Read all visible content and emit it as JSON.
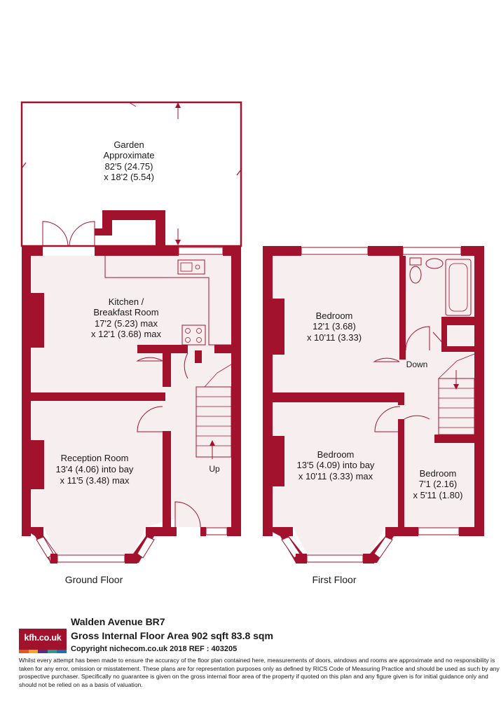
{
  "colors": {
    "wall": "#a3122c",
    "floor": "#f7eeef",
    "garden": "#ffffff",
    "line": "#a3122c"
  },
  "rooms": {
    "garden": {
      "name": "Garden",
      "line2": "Approximate",
      "dim1": "82'5 (24.75)",
      "dim2": "x 18'2 (5.54)"
    },
    "kitchen": {
      "name": "Kitchen /",
      "line2": "Breakfast Room",
      "dim1": "17'2 (5.23) max",
      "dim2": "x 12'1 (3.68) max"
    },
    "reception": {
      "name": "Reception Room",
      "dim1": "13'4 (4.06) into bay",
      "dim2": "x 11'5 (3.48) max"
    },
    "bedroom1": {
      "name": "Bedroom",
      "dim1": "12'1 (3.68)",
      "dim2": "x 10'11 (3.33)"
    },
    "bedroom2": {
      "name": "Bedroom",
      "dim1": "13'5 (4.09) into bay",
      "dim2": "x 10'11 (3.33) max"
    },
    "bedroom3": {
      "name": "Bedroom",
      "dim1": "7'1 (2.16)",
      "dim2": "x 5'11 (1.80)"
    }
  },
  "stairs": {
    "up": "Up",
    "down": "Down"
  },
  "floors": {
    "ground": "Ground Floor",
    "first": "First Floor"
  },
  "footer": {
    "logo": "kfh.co.uk",
    "logo_colors": [
      "#e05a1c",
      "#f2a81d",
      "#5a2d82",
      "#2a9d8f",
      "#1d6fb8"
    ],
    "address": "Walden Avenue  BR7",
    "area": "Gross Internal Floor Area 902 sqft 83.8 sqm",
    "copyright": "Copyright nichecom.co.uk 2018 REF : 403205",
    "disclaimer": "Whilst every attempt has been made to ensure the accuracy of the floor plan contained here, measurements of doors, windows and rooms are approximate and no responsibility is taken for any error, omission or misstatement.  These plans are for representation purposes only as defined by RICS Code of Measuring Practice and should be used as such by any prospective purchaser.  Specifically no guarantee is given on the gross internal floor area of the property if quoted on this plan and any figure given is for initial guidance only and should not be relied on as a basis of valuation."
  }
}
